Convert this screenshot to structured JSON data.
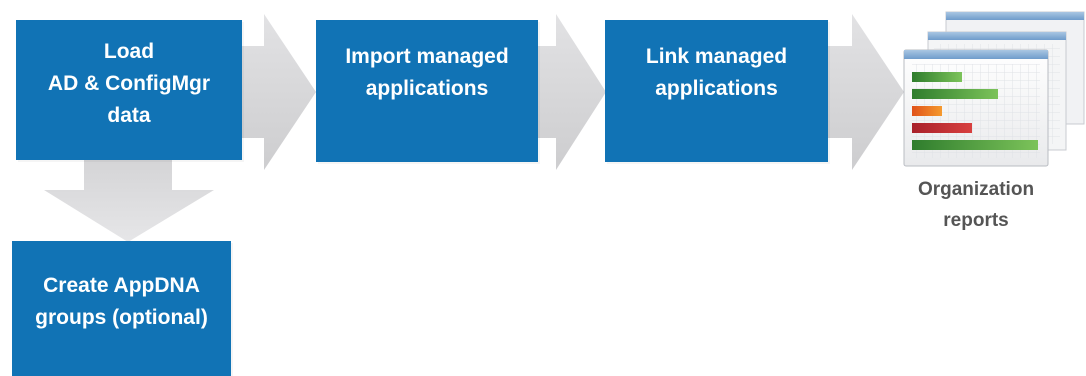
{
  "steps": {
    "load": {
      "lines": [
        "Load",
        "AD & ConfigMgr",
        "data"
      ]
    },
    "import": {
      "lines": [
        "Import managed",
        "applications"
      ]
    },
    "link": {
      "lines": [
        "Link managed",
        "applications"
      ]
    },
    "groups": {
      "lines": [
        "Create AppDNA",
        "groups (optional)"
      ]
    }
  },
  "reports": {
    "caption_lines": [
      "Organization",
      "reports"
    ]
  },
  "colors": {
    "box_fill": "#1173b5",
    "arrow_fill": "#d7d7d9",
    "caption_text": "#555555",
    "bar_green": "#3f9a3a",
    "bar_orange": "#ea6a1f",
    "bar_red": "#c0282f"
  }
}
